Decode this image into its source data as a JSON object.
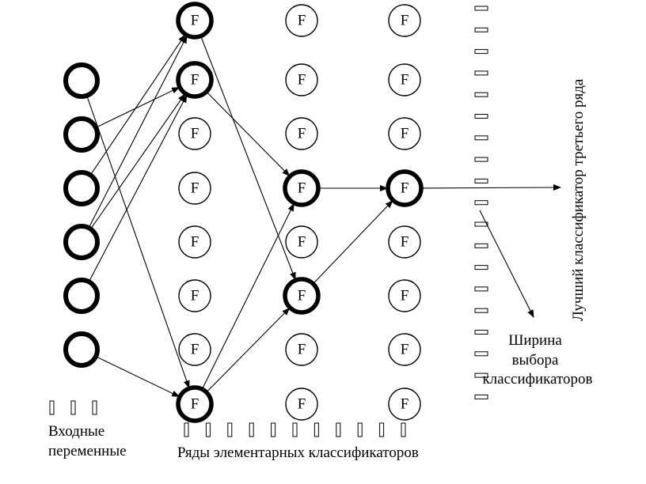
{
  "node_letter": "F",
  "captions": {
    "inputs_line1": "Входные",
    "inputs_line2": "переменные",
    "rows": "Ряды элементарных классификаторов",
    "best": "Лучший классификатор третьего ряда",
    "width_line1": "Ширина",
    "width_line2": "выбора",
    "width_line3": "классификаторов"
  },
  "input_count": 6,
  "classifier_rows": [
    {
      "count": 8,
      "selected": [
        0,
        1,
        7
      ]
    },
    {
      "count": 8,
      "selected": [
        3,
        5
      ]
    },
    {
      "count": 8,
      "selected": [
        3
      ]
    }
  ],
  "dots": {
    "below_inputs": 3,
    "below_rows": 11,
    "right_column": 19
  }
}
